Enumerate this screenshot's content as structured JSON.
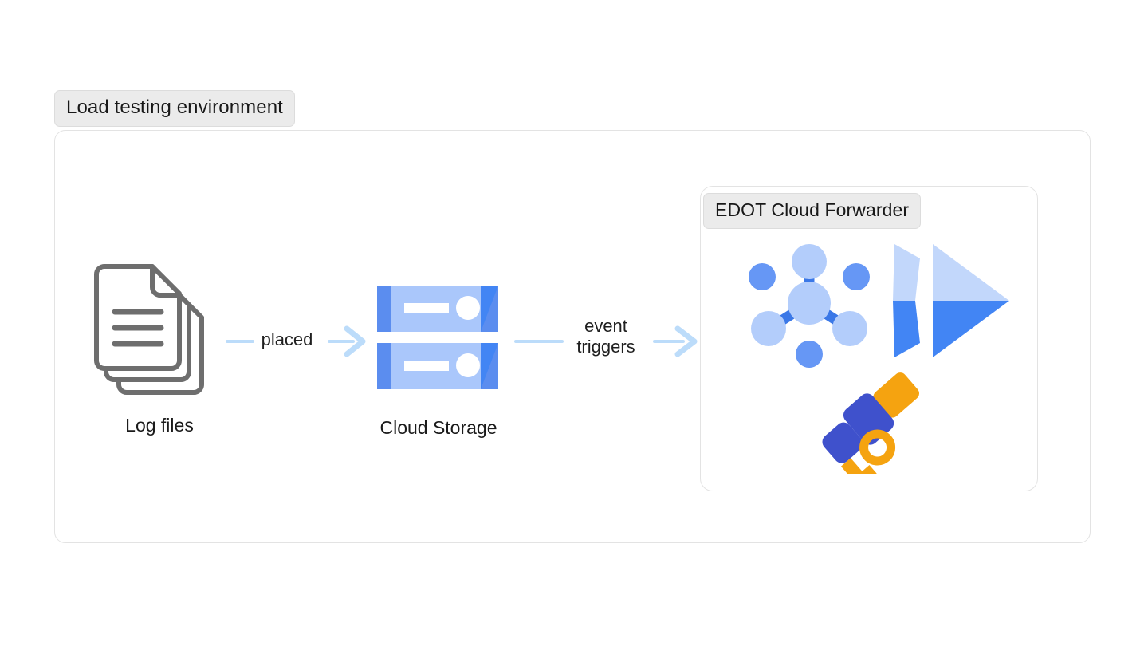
{
  "diagram": {
    "title": "Load testing environment data flow",
    "background_color": "#ffffff",
    "groups": [
      {
        "id": "load-testing-environment",
        "label": "Load testing environment",
        "border_color": "#e3e3e3"
      },
      {
        "id": "edot-cloud-forwarder",
        "label": "EDOT Cloud Forwarder",
        "border_color": "#e3e3e3"
      }
    ],
    "nodes": [
      {
        "id": "log-files",
        "caption": "Log files",
        "icon": "documents-icon"
      },
      {
        "id": "cloud-storage",
        "caption": "Cloud Storage",
        "icon": "server-racks-icon"
      }
    ],
    "edges": [
      {
        "id": "edge-placed",
        "label": "placed",
        "from": "log-files",
        "to": "cloud-storage"
      },
      {
        "id": "edge-event-triggers",
        "label": "event\ntriggers",
        "from": "cloud-storage",
        "to": "edot-cloud-forwarder"
      }
    ],
    "edot_icons": [
      {
        "id": "otel-nodes",
        "name": "opentelemetry-nodes-icon"
      },
      {
        "id": "forward-arrow",
        "name": "double-chevron-forward-icon"
      },
      {
        "id": "telescope",
        "name": "telescope-icon"
      }
    ],
    "colors": {
      "chip_background": "#ebebeb",
      "chip_border": "#dcdcdc",
      "chip_text": "#181818",
      "container_border": "#e3e3e3",
      "connector_blue": "#bcdcfa",
      "document_gray": "#6e6e6e",
      "server_light_blue": "#aac7fb",
      "server_mid_blue": "#5b8def",
      "server_dark_blue": "#4285f4",
      "node_light_blue": "#b3cdfb",
      "node_mid_blue": "#6697f5",
      "node_link_blue": "#3b78e7",
      "chevron_light": "#c2d7fb",
      "chevron_dark": "#4285f4",
      "telescope_blue": "#3f51cc",
      "telescope_orange": "#f5a310",
      "caption_text": "#1a1a1a",
      "edge_label_text": "#1f1f1f"
    }
  }
}
